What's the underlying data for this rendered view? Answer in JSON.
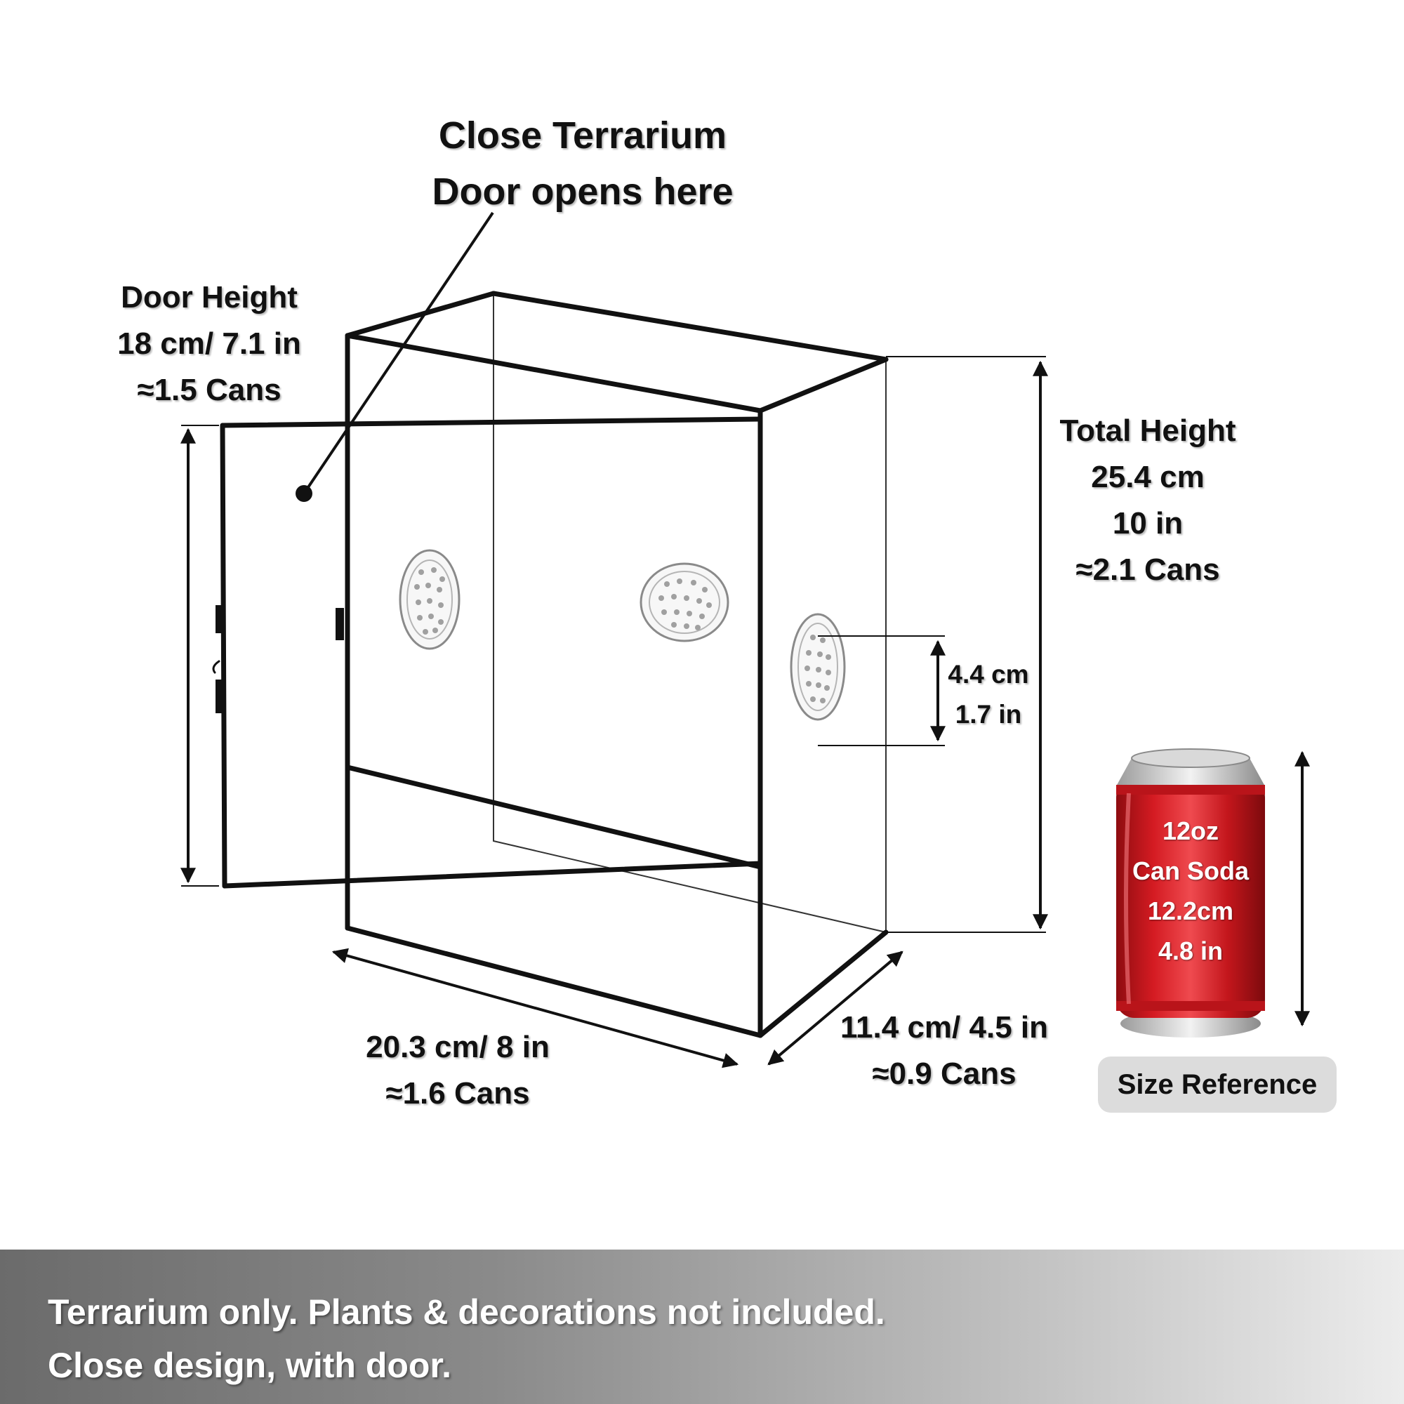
{
  "title": {
    "line1": "Close Terrarium",
    "line2": "Door opens here"
  },
  "door_height": {
    "line1": "Door Height",
    "line2": "18 cm/ 7.1 in",
    "line3": "≈1.5 Cans"
  },
  "total_height": {
    "line1": "Total Height",
    "line2": "25.4 cm",
    "line3": "10 in",
    "line4": "≈2.1 Cans"
  },
  "vent_size": {
    "line1": "4.4 cm",
    "line2": "1.7 in"
  },
  "width_dim": {
    "line1": "20.3 cm/ 8 in",
    "line2": "≈1.6 Cans"
  },
  "depth_dim": {
    "line1": "11.4 cm/ 4.5 in",
    "line2": "≈0.9 Cans"
  },
  "can": {
    "line1": "12oz",
    "line2": "Can Soda",
    "line3": "12.2cm",
    "line4": "4.8 in",
    "body_color": "#d41b22"
  },
  "size_reference": "Size Reference",
  "banner": {
    "line1": "Terrarium only. Plants & decorations not included.",
    "line2": "Close design, with door."
  },
  "colors": {
    "frame": "#111111",
    "text": "#111111",
    "pill": "#dcdcdc"
  }
}
